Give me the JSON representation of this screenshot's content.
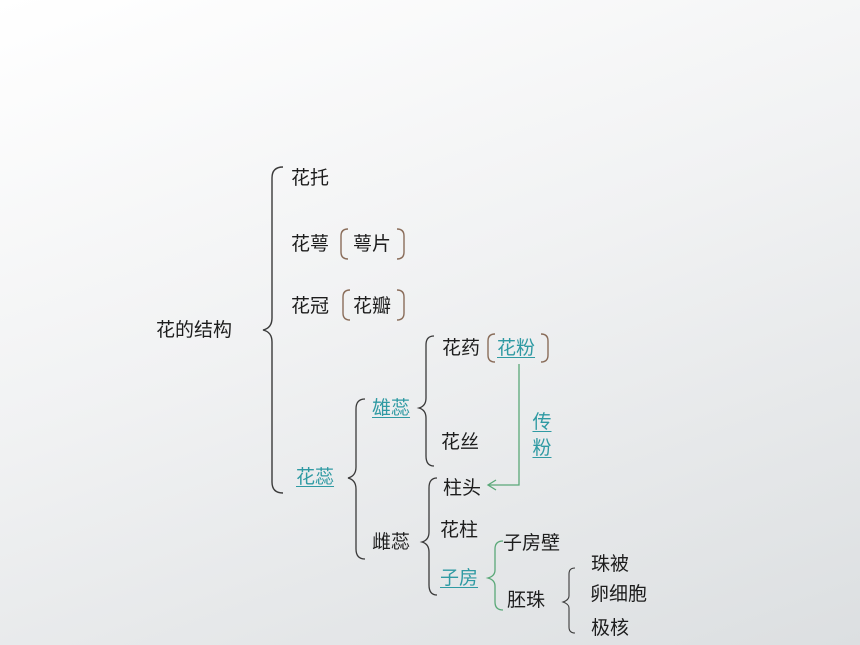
{
  "root": "花的结构",
  "nodes": {
    "huatuo": "花托",
    "huae": "花萼",
    "eapian": "萼片",
    "huaguan": "花冠",
    "huaban": "花瓣",
    "huarui": "花蕊",
    "xiongrui": "雄蕊",
    "huayao": "花药",
    "huafen": "花粉",
    "huasi": "花丝",
    "chuanfen": "传粉",
    "cirui": "雌蕊",
    "zhutou": "柱头",
    "huazhu": "花柱",
    "zifang": "子房",
    "zifangbi": "子房壁",
    "peizhu": "胚珠",
    "zhubei": "珠被",
    "luanxibao": "卵细胞",
    "jihe": "极核"
  },
  "colors": {
    "text": "#1d1d1d",
    "link": "#2f9aa3",
    "brace_dark": "#3a3a3a",
    "bracket_brown": "#8a6d5a",
    "connector_green": "#5aa878"
  }
}
